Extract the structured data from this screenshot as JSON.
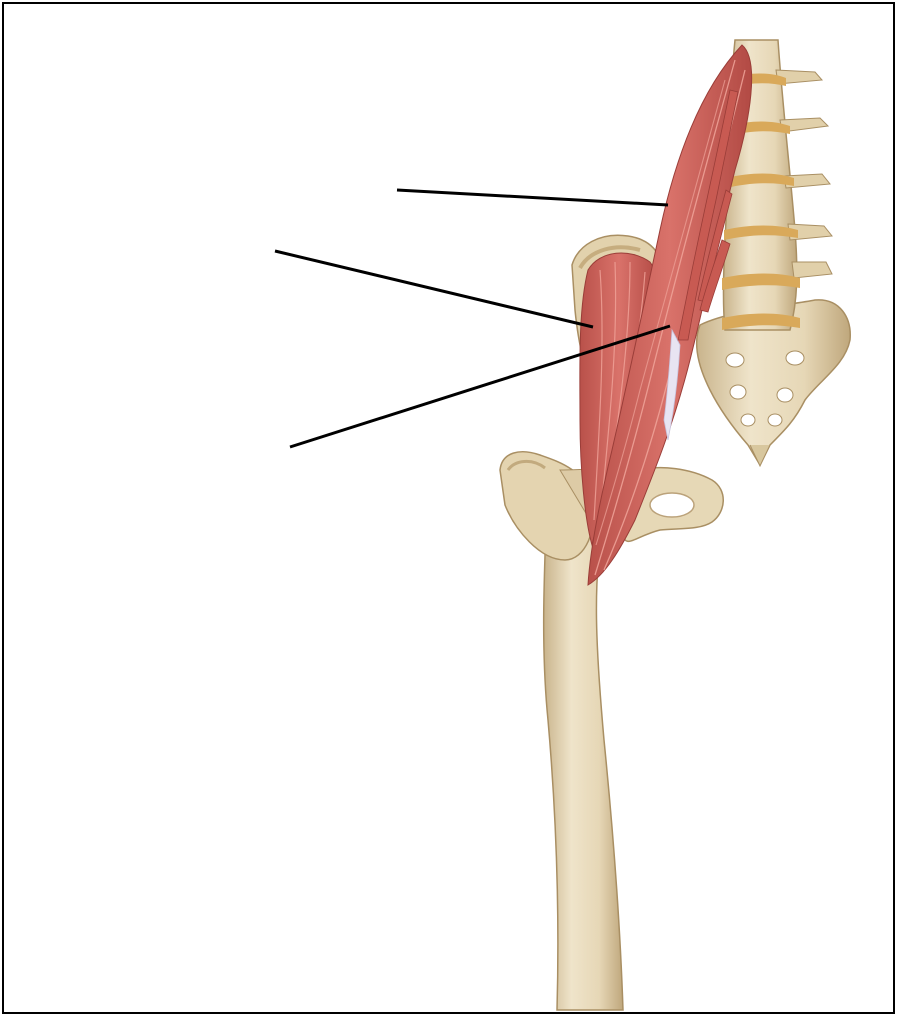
{
  "figure": {
    "subject": "hip-flexor-muscles-illustration",
    "colors": {
      "frame": "#000000",
      "background": "#ffffff",
      "bone": "#e9dcc0",
      "bone_shadow": "#c9b48c",
      "bone_outline": "#a98f63",
      "disc": "#d9a95a",
      "muscle": "#d2685e",
      "muscle_dark": "#a8433d",
      "muscle_fiber": "#f0a49a",
      "tendon": "#e8e4f2",
      "leader_line": "#000000"
    },
    "labels": [
      {
        "id": "psoas-minor",
        "text": ""
      },
      {
        "id": "iliacus",
        "text": ""
      },
      {
        "id": "psoas-major",
        "text": ""
      }
    ]
  }
}
